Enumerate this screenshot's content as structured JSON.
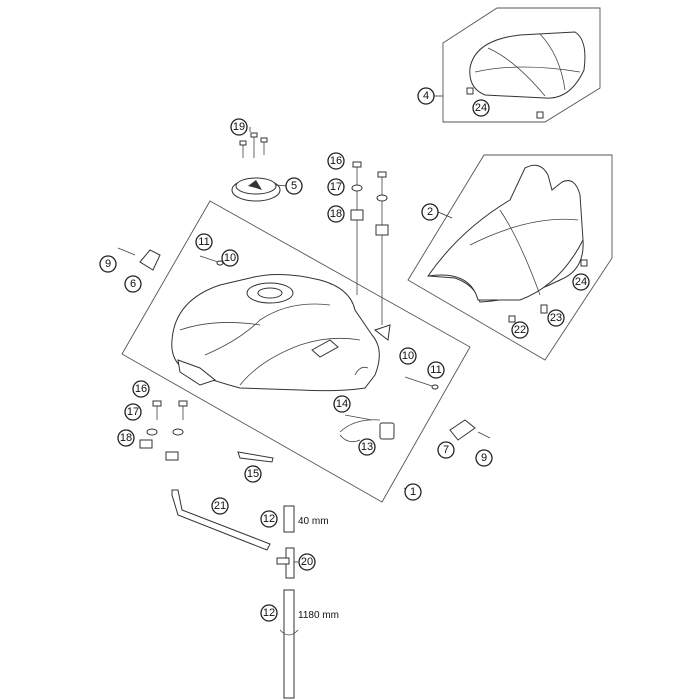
{
  "callouts": {
    "c1": "1",
    "c2": "2",
    "c4": "4",
    "c5": "5",
    "c6": "6",
    "c7": "7",
    "c9a": "9",
    "c9b": "9",
    "c10a": "10",
    "c10b": "10",
    "c11a": "11",
    "c11b": "11",
    "c12a": "12",
    "c12b": "12",
    "c13": "13",
    "c14": "14",
    "c15": "15",
    "c16a": "16",
    "c16b": "16",
    "c17a": "17",
    "c17b": "17",
    "c18a": "18",
    "c18b": "18",
    "c19": "19",
    "c20": "20",
    "c21": "21",
    "c22": "22",
    "c23": "23",
    "c24a": "24",
    "c24b": "24"
  },
  "dimensions": {
    "hose_short": "40 mm",
    "hose_long": "1180 mm"
  }
}
